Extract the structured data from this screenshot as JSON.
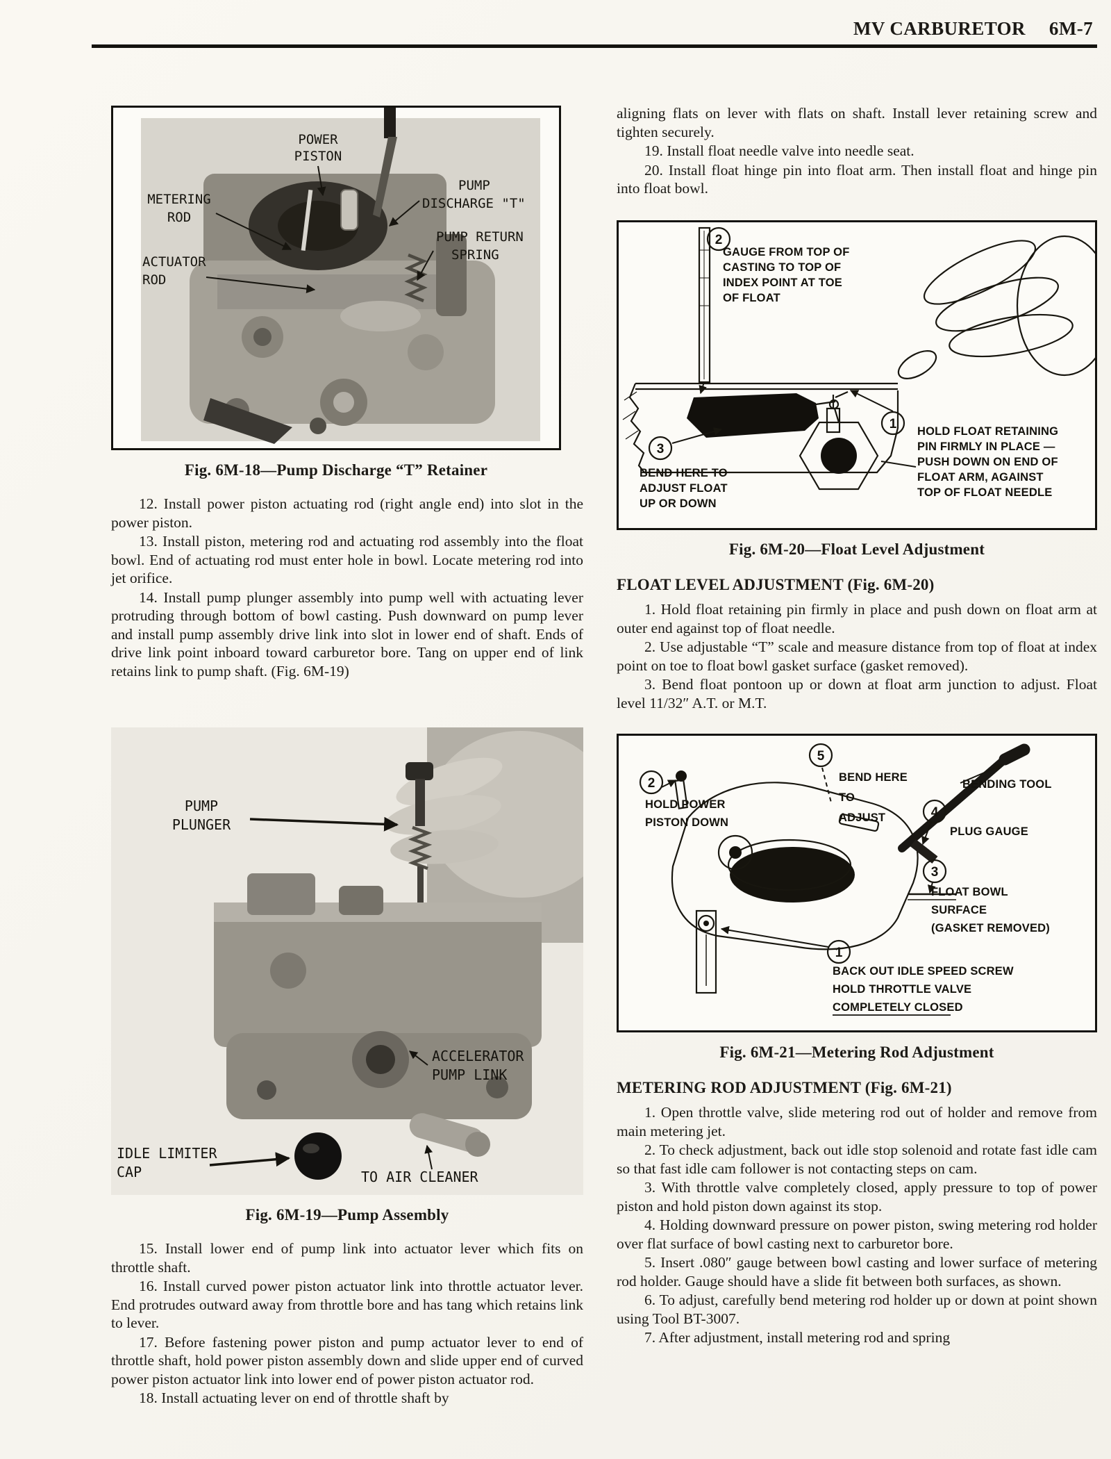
{
  "header": {
    "title": "MV CARBURETOR",
    "page": "6M-7"
  },
  "left": {
    "fig18": {
      "caption": "Fig. 6M-18—Pump Discharge “T” Retainer",
      "labels": {
        "power_piston": [
          "POWER",
          "PISTON"
        ],
        "metering_rod": [
          "METERING",
          "ROD"
        ],
        "pump_discharge": [
          "PUMP",
          "DISCHARGE \"T\""
        ],
        "pump_return_spring": [
          "PUMP RETURN",
          "SPRING"
        ],
        "actuator_rod": [
          "ACTUATOR",
          "ROD"
        ]
      }
    },
    "steps_a": [
      "12. Install power piston actuating rod (right angle end) into slot in the power piston.",
      "13. Install piston, metering rod and actuating rod assembly into the float bowl. End of actuating rod must enter hole in bowl. Locate metering rod into jet orifice.",
      "14. Install pump plunger assembly into pump well with actuating lever protruding through bottom of bowl casting. Push downward on pump lever and install pump assembly drive link into slot in lower end of shaft. Ends of drive link point inboard toward carburetor bore. Tang on upper end of link retains link to pump shaft. (Fig. 6M-19)"
    ],
    "fig19": {
      "caption": "Fig. 6M-19—Pump Assembly",
      "labels": {
        "pump_plunger": [
          "PUMP",
          "PLUNGER"
        ],
        "accelerator_pump_link": [
          "ACCELERATOR",
          "PUMP LINK"
        ],
        "idle_limiter_cap": [
          "IDLE LIMITER",
          "CAP"
        ],
        "to_air_cleaner": [
          "TO AIR CLEANER"
        ]
      }
    },
    "steps_b": [
      "15. Install lower end of pump link into actuator lever which fits on throttle shaft.",
      "16. Install curved power piston actuator link into throttle actuator lever. End protrudes outward away from throttle bore and has tang which retains link to lever.",
      "17. Before fastening power piston and pump actuator lever to end of throttle shaft, hold power piston assembly down and slide upper end of curved power piston actuator link into lower end of power piston actuator rod.",
      "18. Install actuating lever on end of throttle shaft by"
    ]
  },
  "right": {
    "continuation": "aligning flats on lever with flats on shaft. Install lever retaining screw and tighten securely.",
    "steps_a": [
      "19. Install float needle valve into needle seat.",
      "20. Install float hinge pin into float arm. Then install float and hinge pin into float bowl."
    ],
    "fig20": {
      "caption": "Fig. 6M-20—Float Level Adjustment",
      "callouts": {
        "c2": {
          "num": "2",
          "lines": [
            "GAUGE FROM TOP OF",
            "CASTING TO TOP OF",
            "INDEX POINT AT TOE",
            "OF FLOAT"
          ]
        },
        "c3": {
          "num": "3",
          "lines": [
            "BEND HERE TO",
            "ADJUST FLOAT",
            "UP OR DOWN"
          ]
        },
        "c1": {
          "num": "1",
          "lines": [
            "HOLD FLOAT RETAINING",
            "PIN FIRMLY IN PLACE —",
            "PUSH DOWN ON END OF",
            "FLOAT ARM, AGAINST",
            "TOP OF FLOAT NEEDLE"
          ]
        }
      }
    },
    "float_heading": "FLOAT LEVEL ADJUSTMENT (Fig. 6M-20)",
    "float_steps": [
      "1. Hold float retaining pin firmly in place and push down on float arm at outer end against top of float needle.",
      "2. Use adjustable “T” scale and measure distance from top of float at index point on toe to float bowl gasket surface (gasket removed).",
      "3. Bend float pontoon up or down at float arm junction to adjust. Float level 11/32″ A.T. or M.T."
    ],
    "fig21": {
      "caption": "Fig. 6M-21—Metering Rod Adjustment",
      "callouts": {
        "c5": {
          "num": "5",
          "lines": [
            "BEND HERE",
            "TO",
            "ADJUST"
          ]
        },
        "bending_tool": "BENDING TOOL",
        "c2": {
          "num": "2",
          "lines": [
            "HOLD POWER",
            "PISTON DOWN"
          ]
        },
        "c4": {
          "num": "4",
          "label": "PLUG GAUGE"
        },
        "c3": {
          "num": "3",
          "lines": [
            "FLOAT BOWL",
            "SURFACE",
            "(GASKET REMOVED)"
          ]
        },
        "c1": {
          "num": "1",
          "lines": [
            "BACK OUT IDLE SPEED SCREW",
            "HOLD THROTTLE VALVE",
            "COMPLETELY CLOSED"
          ]
        }
      }
    },
    "metering_heading": "METERING ROD ADJUSTMENT (Fig. 6M-21)",
    "metering_steps": [
      "1. Open throttle valve, slide metering rod out of holder and remove from main metering jet.",
      "2. To check adjustment, back out idle stop solenoid and rotate fast idle cam so that fast idle cam follower is not contacting steps on cam.",
      "3. With throttle valve completely closed, apply pressure to top of power piston and hold piston down against its stop.",
      "4. Holding downward pressure on power piston, swing metering rod holder over flat surface of bowl casting next to carburetor bore.",
      "5. Insert .080″ gauge between bowl casting and lower surface of metering rod holder. Gauge should have a slide fit between both surfaces, as shown.",
      "6. To adjust, carefully bend metering rod holder up or down at point shown using Tool BT-3007.",
      "7. After adjustment, install metering rod and spring"
    ]
  }
}
